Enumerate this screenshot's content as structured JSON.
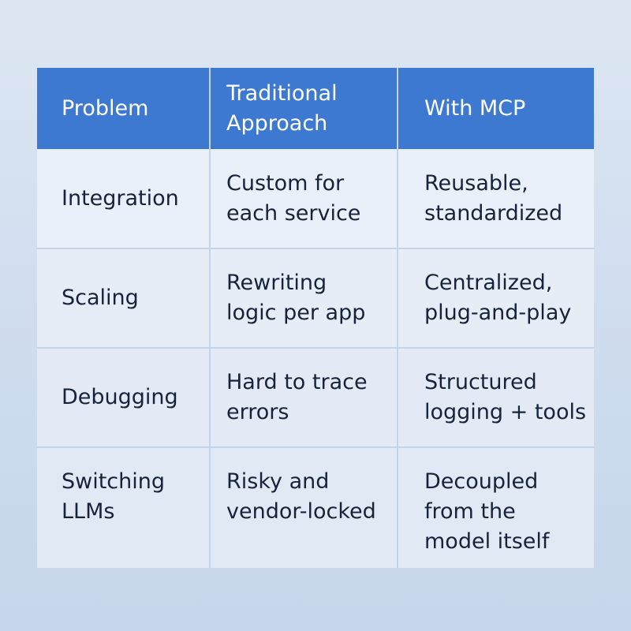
{
  "table": {
    "headers": [
      "Problem",
      "Traditional\nApproach",
      "With MCP"
    ],
    "rows": [
      [
        "Integration",
        "Custom for\neach service",
        "Reusable,\nstandardized"
      ],
      [
        "Scaling",
        "Rewriting\nlogic per app",
        "Centralized,\nplug-and-play"
      ],
      [
        "Debugging",
        "Hard to trace\nerrors",
        "Structured\nlogging + tools"
      ],
      [
        "Switching\nLLMs",
        "Risky and\nvendor-locked",
        "Decoupled\nfrom the\nmodel itself"
      ]
    ]
  },
  "colors": {
    "header_bg": "#3d79d0",
    "header_text": "#ffffff",
    "body_text": "#16233a",
    "grid_line": "#c4d3ea"
  }
}
